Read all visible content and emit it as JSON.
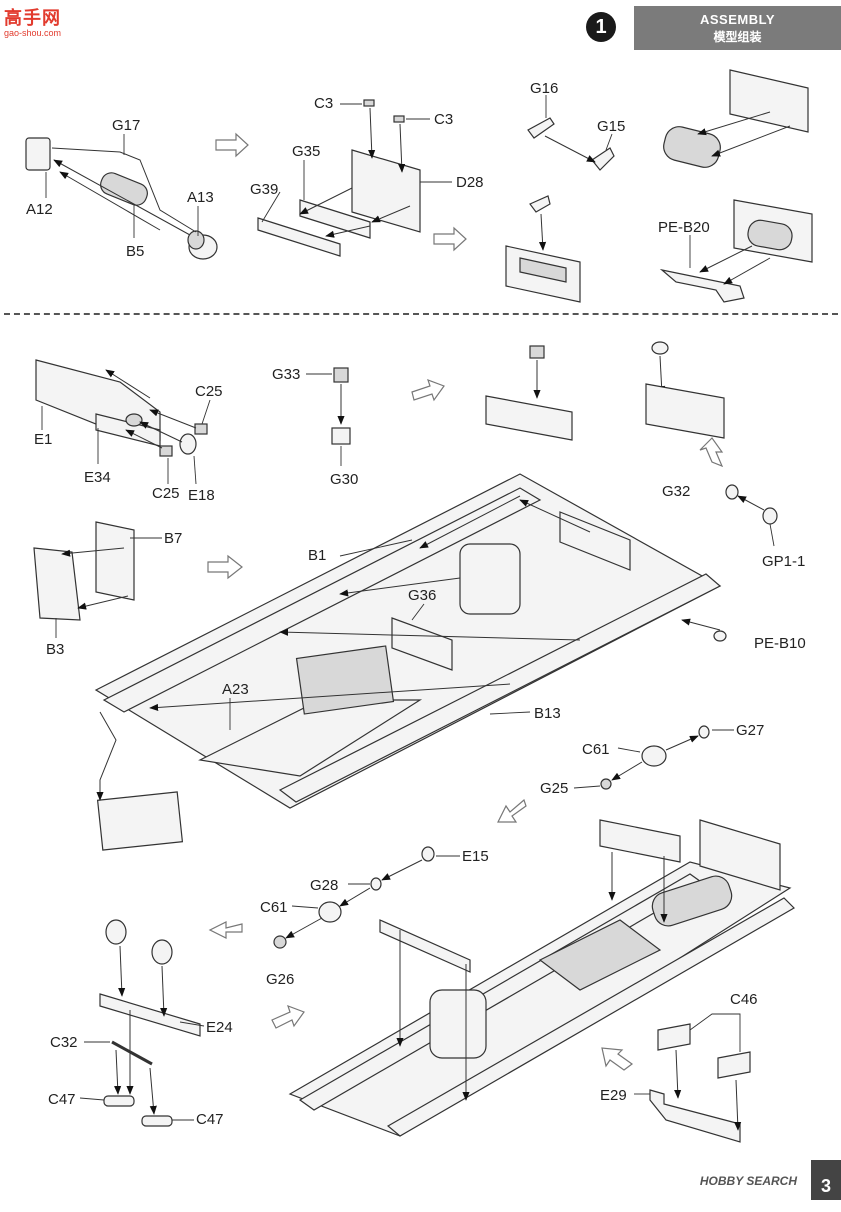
{
  "site_logo": {
    "title": "高手网",
    "url": "gao-shou.com"
  },
  "header": {
    "step_number": "1",
    "title_en": "ASSEMBLY",
    "title_cn": "模型组装"
  },
  "labels": {
    "G17": "G17",
    "A12": "A12",
    "B5": "B5",
    "A13": "A13",
    "C3a": "C3",
    "C3b": "C3",
    "G35": "G35",
    "G39": "G39",
    "D28": "D28",
    "G16": "G16",
    "G15": "G15",
    "PE_B20": "PE-B20",
    "G33": "G33",
    "G30": "G30",
    "C25a": "C25",
    "E1": "E1",
    "E34": "E34",
    "C25b": "C25",
    "E18": "E18",
    "B7": "B7",
    "B3": "B3",
    "B1": "B1",
    "G36": "G36",
    "A23": "A23",
    "B13": "B13",
    "G32": "G32",
    "GP1_1": "GP1-1",
    "PE_B10": "PE-B10",
    "C61a": "C61",
    "G27": "G27",
    "G25": "G25",
    "E15": "E15",
    "G28": "G28",
    "C61b": "C61",
    "G26": "G26",
    "E24": "E24",
    "C32": "C32",
    "C47a": "C47",
    "C47b": "C47",
    "C46": "C46",
    "E29": "E29"
  },
  "watermark": "HOBBY SEARCH",
  "page_number": "3",
  "icons": [
    "step-circle-icon",
    "hollow-arrow-icon",
    "part-pointer-arrow-icon"
  ]
}
